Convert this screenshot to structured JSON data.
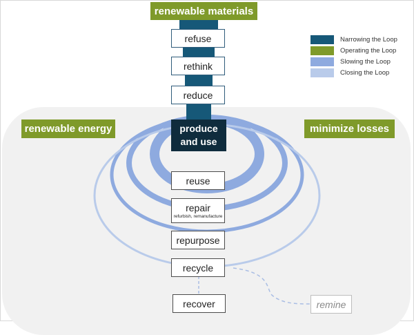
{
  "diagram": {
    "top_label": "renewable materials",
    "side_labels": {
      "left": "renewable energy",
      "right": "minimize losses"
    },
    "narrowing_steps": [
      "refuse",
      "rethink",
      "reduce"
    ],
    "center": {
      "line1": "produce",
      "line2": "and use"
    },
    "loop_steps": [
      {
        "label": "reuse"
      },
      {
        "label": "repair",
        "sublabel": "refurbish, remanufacture"
      },
      {
        "label": "repurpose"
      },
      {
        "label": "recycle"
      }
    ],
    "terminal_steps": {
      "recover": "recover",
      "remine": "remine"
    }
  },
  "legend": [
    {
      "label": "Narrowing the Loop",
      "color": "#165878"
    },
    {
      "label": "Operating the Loop",
      "color": "#7f9a2a"
    },
    {
      "label": "Slowing the Loop",
      "color": "#8eaadf"
    },
    {
      "label": "Closing the Loop",
      "color": "#b9cbea"
    }
  ],
  "colors": {
    "narrowing": "#165878",
    "operating": "#7f9a2a",
    "slowing": "#8eaadf",
    "closing": "#b9cbea",
    "center": "#0f2c3d"
  }
}
